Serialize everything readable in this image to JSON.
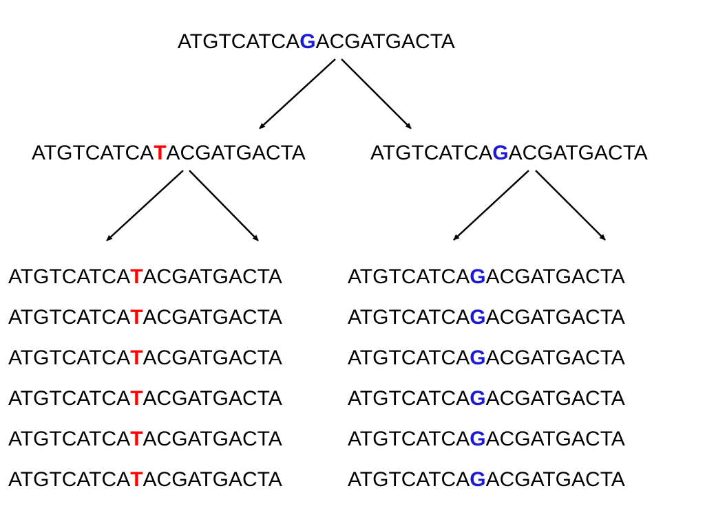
{
  "colors": {
    "mutant_base": "#ff0000",
    "original_base": "#1a1ad6",
    "text": "#000000"
  },
  "root": {
    "prefix": "ATGTCATCA",
    "base": "G",
    "suffix": "ACGATGACTA"
  },
  "generation_1": {
    "left": {
      "prefix": "ATGTCATCA",
      "base": "T",
      "suffix": "ACGATGACTA"
    },
    "right": {
      "prefix": "ATGTCATCA",
      "base": "G",
      "suffix": "ACGATGACTA"
    }
  },
  "generation_2": {
    "left_rows": [
      {
        "prefix": "ATGTCATCA",
        "base": "T",
        "suffix": "ACGATGACTA"
      },
      {
        "prefix": "ATGTCATCA",
        "base": "T",
        "suffix": "ACGATGACTA"
      },
      {
        "prefix": "ATGTCATCA",
        "base": "T",
        "suffix": "ACGATGACTA"
      },
      {
        "prefix": "ATGTCATCA",
        "base": "T",
        "suffix": "ACGATGACTA"
      },
      {
        "prefix": "ATGTCATCA",
        "base": "T",
        "suffix": "ACGATGACTA"
      },
      {
        "prefix": "ATGTCATCA",
        "base": "T",
        "suffix": "ACGATGACTA"
      }
    ],
    "right_rows": [
      {
        "prefix": "ATGTCATCA",
        "base": "G",
        "suffix": "ACGATGACTA"
      },
      {
        "prefix": "ATGTCATCA",
        "base": "G",
        "suffix": "ACGATGACTA"
      },
      {
        "prefix": "ATGTCATCA",
        "base": "G",
        "suffix": "ACGATGACTA"
      },
      {
        "prefix": "ATGTCATCA",
        "base": "G",
        "suffix": "ACGATGACTA"
      },
      {
        "prefix": "ATGTCATCA",
        "base": "G",
        "suffix": "ACGATGACTA"
      },
      {
        "prefix": "ATGTCATCA",
        "base": "G",
        "suffix": "ACGATGACTA"
      }
    ]
  }
}
